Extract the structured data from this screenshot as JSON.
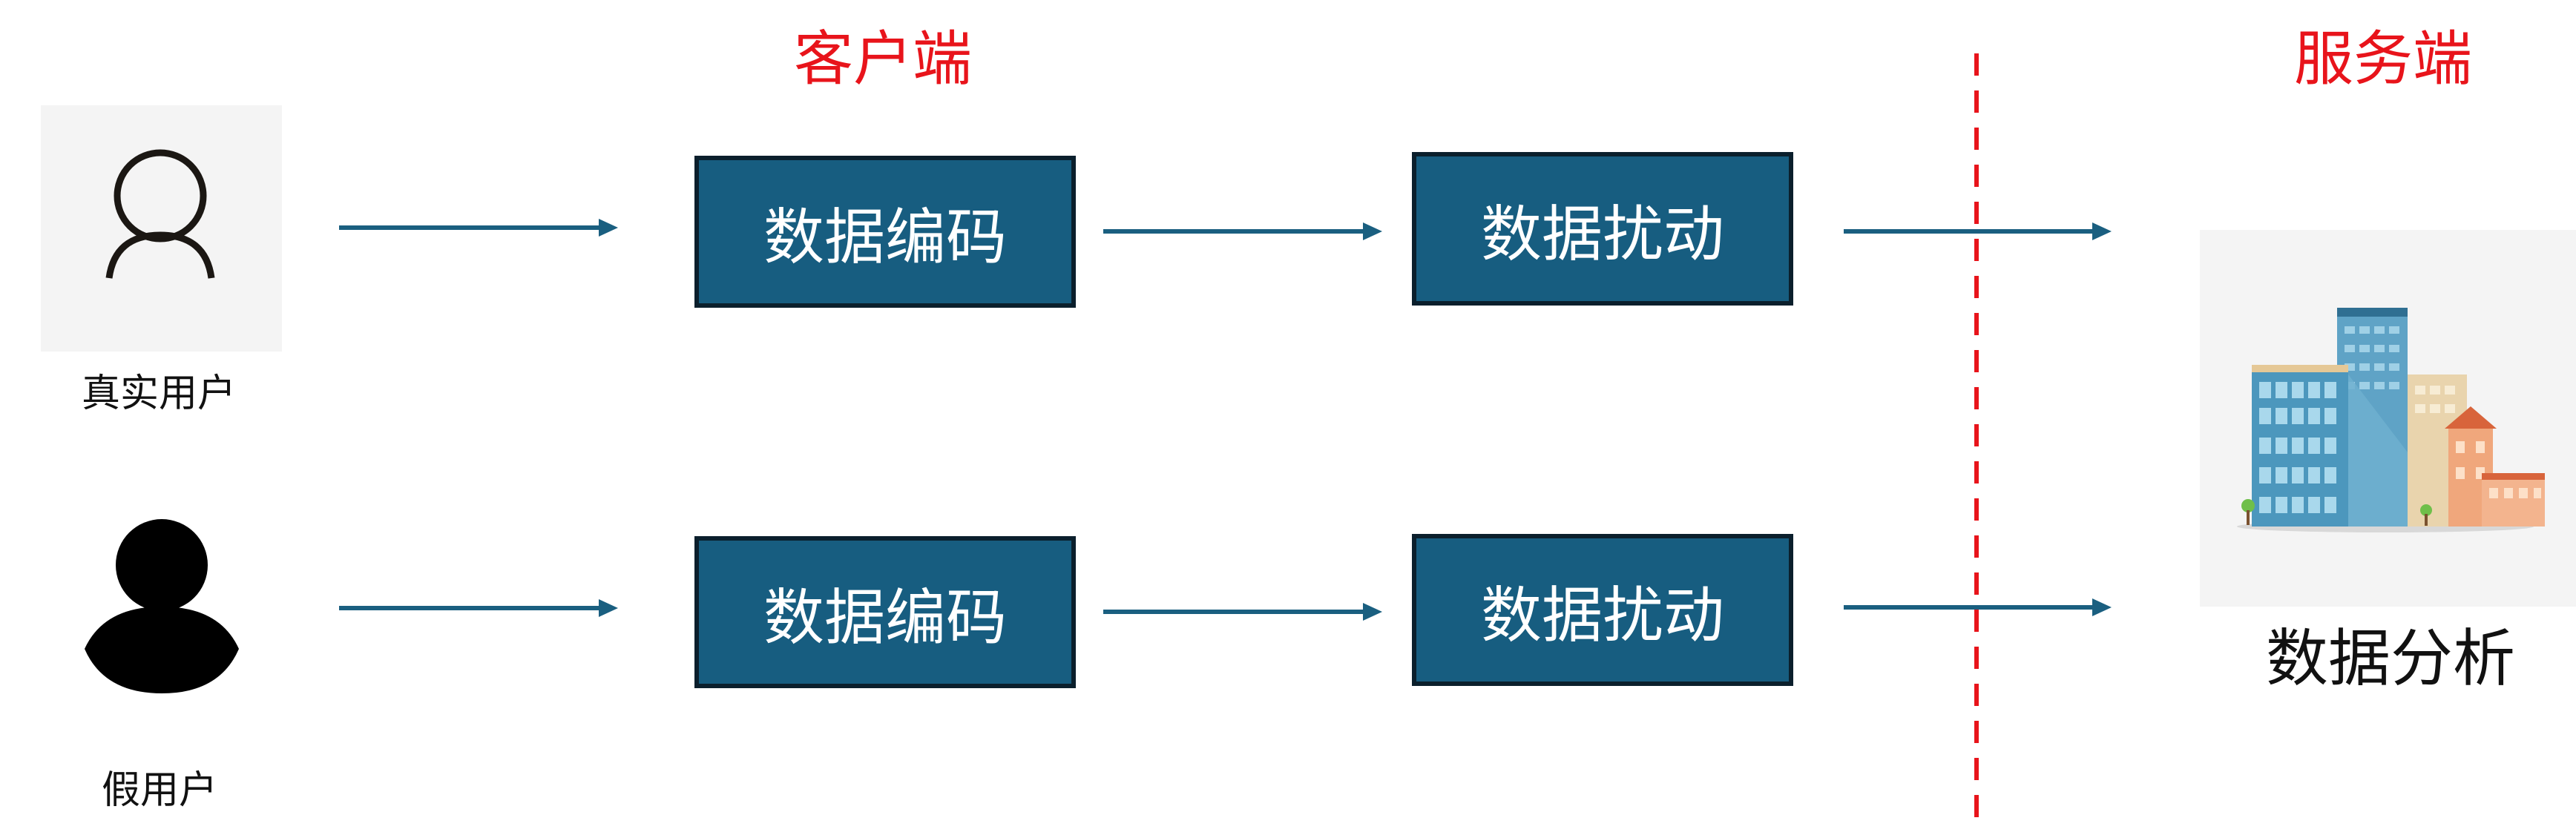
{
  "headings": {
    "client": "客户端",
    "server": "服务端"
  },
  "users": {
    "real": {
      "label": "真实用户",
      "icon": "user-outline-icon"
    },
    "fake": {
      "label": "假用户",
      "icon": "user-filled-icon"
    }
  },
  "rows": [
    {
      "encode_label": "数据编码",
      "perturb_label": "数据扰动"
    },
    {
      "encode_label": "数据编码",
      "perturb_label": "数据扰动"
    }
  ],
  "server": {
    "analysis_label": "数据分析",
    "icon": "city-buildings-icon"
  },
  "colors": {
    "heading": "#e8141b",
    "box_fill": "#175d80",
    "box_border": "#0b1f2c",
    "arrow": "#1a5f80",
    "divider": "#e8141b",
    "icon_panel": "#f4f4f4"
  }
}
